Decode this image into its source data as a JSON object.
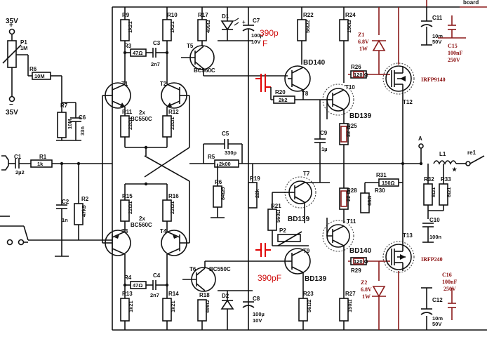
{
  "supply": {
    "pos": "35V",
    "neg": "35V"
  },
  "components": {
    "P1": "P1",
    "P1_val": "1M",
    "R6": "R6",
    "R6_val": "10M",
    "R7": "R7",
    "R7_val": "10M",
    "C6": "C6",
    "C6_val": "33n",
    "C1": "C1",
    "C1_val": "2µ2",
    "R1": "R1",
    "R1_val": "1k",
    "C2": "C2",
    "C2_val": "1n",
    "R2": "R2",
    "R2_val": "47k5",
    "R9": "R9",
    "R9_val": "1k21",
    "R10": "R10",
    "R10_val": "1k21",
    "R3": "R3",
    "R3_val": "47Ω",
    "C3": "C3",
    "C3_val": "2n7",
    "T1": "T1",
    "T2": "T2",
    "R11": "R11",
    "R11_val": "22Ω1",
    "R12": "R12",
    "R12_val": "22Ω1",
    "pair_top": "2x",
    "pair_top_type": "BC550C",
    "R15": "R15",
    "R15_val": "22Ω1",
    "R16": "R16",
    "R16_val": "22Ω1",
    "pair_bot": "2x",
    "pair_bot_type": "BC560C",
    "T3": "T3",
    "T4": "T4",
    "R4": "R4",
    "R4_val": "47Ω",
    "C4": "C4",
    "C4_val": "2n7",
    "R13": "R13",
    "R13_val": "1k21",
    "R14": "R14",
    "R14_val": "1k21",
    "R17": "R17",
    "R17_val": "499Ω",
    "D1": "D1",
    "T5": "T5",
    "T5_type": "BC560C",
    "C7": "C7",
    "C7_val": "100µ",
    "C7_v": "10V",
    "C5": "C5",
    "C5_val": "330p",
    "R5": "R5",
    "R5_val": "2k00",
    "R6b": "R6",
    "R6b_val": "84Ω5",
    "T6": "T6",
    "T6_type": "BC550C",
    "D2": "D2",
    "R18": "R18",
    "R18_val": "499Ω",
    "C8": "C8",
    "C8_val": "100µ",
    "C8_v": "10V",
    "R19": "R19",
    "R19_val": "22k",
    "R22": "R22",
    "R22_val": "56Ω2",
    "R23": "R23",
    "R23_val": "56Ω2",
    "T8": "T8",
    "T8_type": "BD140",
    "T9": "T9",
    "T9_type": "BD139",
    "R20": "R20",
    "R20_val": "2k2",
    "R21": "R21",
    "R21_val": "560Ω",
    "P2": "P2",
    "T7": "T7",
    "T7_type": "BD139",
    "C9": "C9",
    "C9_val": "1µ",
    "R24": "R24",
    "R24_val": "150Ω",
    "R27": "R27",
    "R27_val": "150Ω",
    "Z1": "Z1",
    "Z1_v": "6.8V",
    "Z1_w": "1W",
    "Z2": "Z2",
    "Z2_v": "6.8V",
    "Z2_w": "1W",
    "R26": "R26",
    "R26_val": "120 Ω",
    "R29": "R29",
    "R29_val": "120 Ω",
    "T10": "T10",
    "T10_type": "BD139",
    "T11": "T11",
    "T11_type": "BD140",
    "R25": "R25",
    "R25_val": "22 Ω",
    "R28": "R28",
    "R28_val": "22 Ω",
    "T12": "T12",
    "T12_type": "IRFP9140",
    "T13": "T13",
    "T13_type": "IRFP240",
    "R30": "R30",
    "R30_val": "68Ω",
    "R31": "R31",
    "R31_val": "150Ω",
    "R32": "R32",
    "R32_val": "8Ω1",
    "R33": "R33",
    "R33_val": "8Ω1",
    "C10": "C10",
    "C10_val": "100n",
    "C11": "C11",
    "C11_val": "10m",
    "C11_v": "50V",
    "C12": "C12",
    "C12_val": "10m",
    "C12_v": "50V",
    "C15": "C15",
    "C15_val": "100nF",
    "C15_v": "250V",
    "C16": "C16",
    "C16_val": "100nF",
    "C16_v": "250V",
    "L1": "L1",
    "re1": "re1",
    "A": "A"
  },
  "annotations": {
    "top_cap": "390p",
    "top_cap_unit": "F",
    "bottom_cap": "390pF"
  },
  "edge_text": {
    "board": "board"
  },
  "colors": {
    "ink": "#111111",
    "annotation_red": "#d01010",
    "board_red": "#8b1010"
  }
}
